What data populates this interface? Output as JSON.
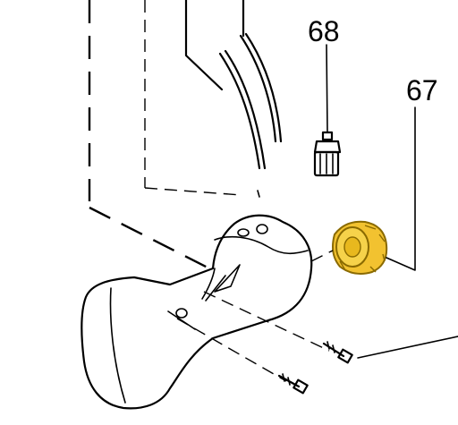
{
  "parts": [
    {
      "number": "68",
      "name": "fuel-filter"
    },
    {
      "number": "67",
      "name": "fuel-cap"
    }
  ],
  "colors": {
    "line": "#000000",
    "background": "#ffffff",
    "highlight_fill": "#f2c230",
    "highlight_stroke": "#8a6a00"
  }
}
